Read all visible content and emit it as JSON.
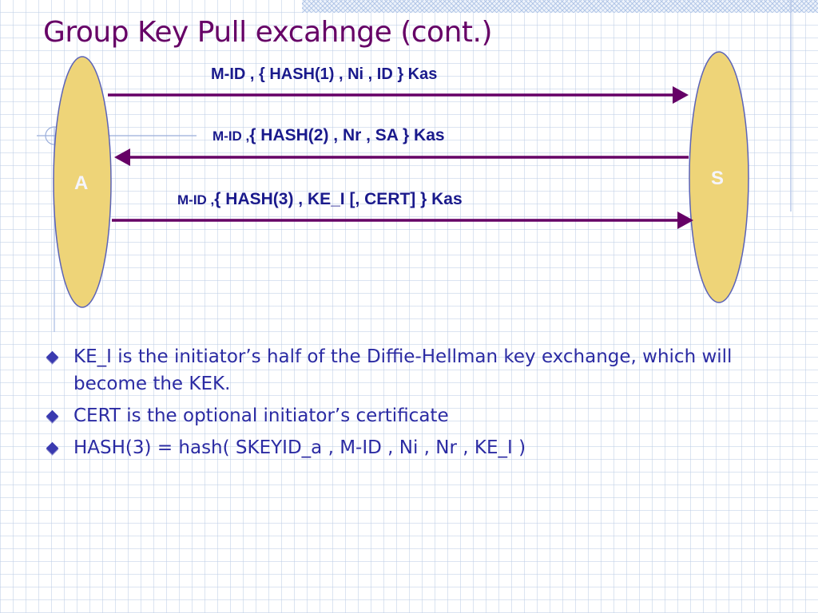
{
  "slide": {
    "title": "Group Key Pull excahnge (cont.)"
  },
  "diagram": {
    "nodes": {
      "left": "A",
      "right": "S"
    },
    "messages": [
      {
        "direction": "A-to-S",
        "prefix": "",
        "text": "M-ID , { HASH(1) , Ni , ID } Kas"
      },
      {
        "direction": "S-to-A",
        "prefix": "M-ID ,",
        "text": "{ HASH(2) , Nr , SA } Kas"
      },
      {
        "direction": "A-to-S",
        "prefix": "M-ID ,",
        "text": "{ HASH(3) , KE_I [, CERT] } Kas"
      }
    ],
    "colors": {
      "arrow": "#660066",
      "node_fill": "#eed478",
      "node_stroke": "#5b63b8"
    }
  },
  "bullets": [
    "KE_I is the initiator’s half of the Diffie-Hellman key exchange, which will become the KEK.",
    "CERT is the optional initiator’s certificate",
    "HASH(3) = hash( SKEYID_a , M-ID , Ni , Nr , KE_I )"
  ]
}
